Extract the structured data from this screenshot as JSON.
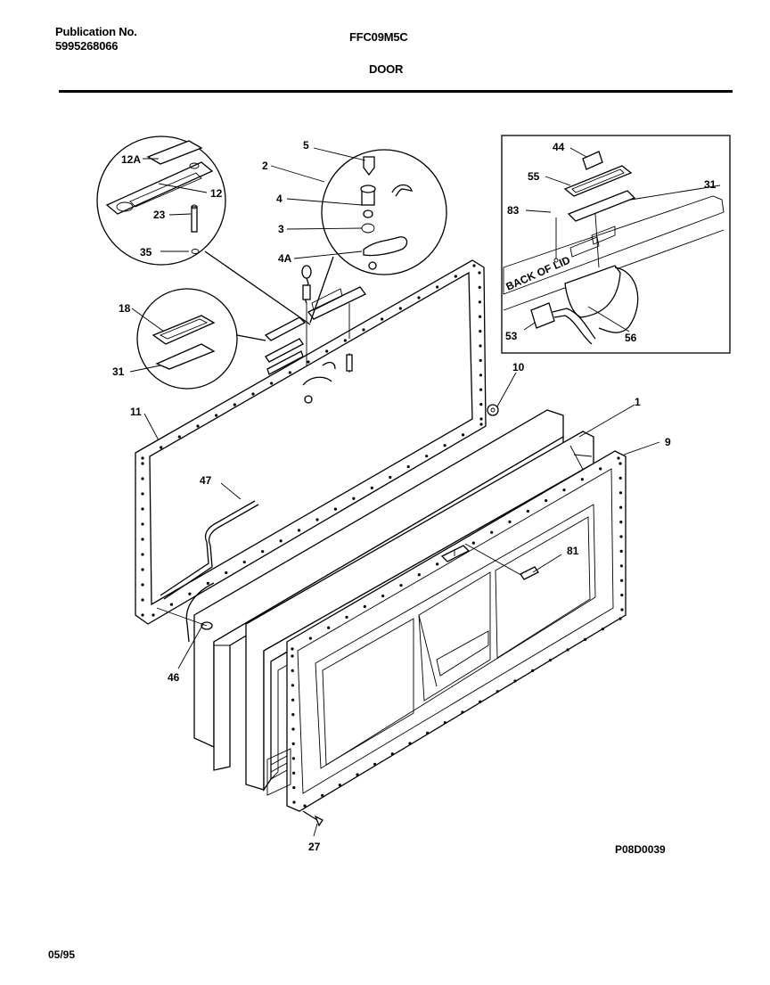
{
  "header": {
    "publication_label": "Publication No.",
    "publication_number": "5995268066",
    "model": "FFC09M5C",
    "section": "DOOR"
  },
  "diagram_id": "P08D0039",
  "date": "05/95",
  "inset": {
    "caption": "BACK OF LID"
  },
  "part_labels": {
    "p1": "1",
    "p2": "2",
    "p3": "3",
    "p4": "4",
    "p4a": "4A",
    "p5": "5",
    "p9": "9",
    "p10": "10",
    "p11": "11",
    "p12": "12",
    "p12a": "12A",
    "p18": "18",
    "p23": "23",
    "p27": "27",
    "p31a": "31",
    "p31b": "31",
    "p35": "35",
    "p44": "44",
    "p46": "46",
    "p47": "47",
    "p53": "53",
    "p55": "55",
    "p56": "56",
    "p81": "81",
    "p83": "83"
  }
}
